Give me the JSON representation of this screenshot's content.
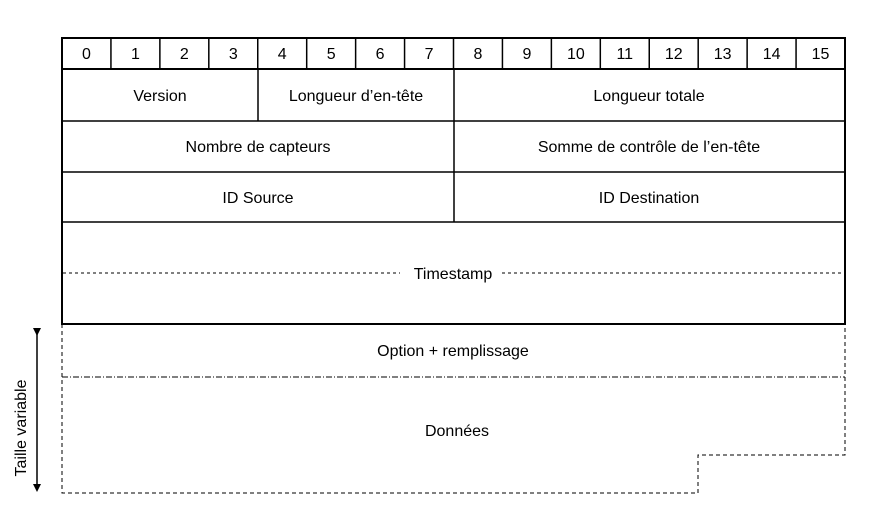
{
  "bits": [
    "0",
    "1",
    "2",
    "3",
    "4",
    "5",
    "6",
    "7",
    "8",
    "9",
    "10",
    "11",
    "12",
    "13",
    "14",
    "15"
  ],
  "fields": {
    "version": "Version",
    "header_length": "Longueur d’en-tête",
    "total_length": "Longueur totale",
    "sensor_count": "Nombre de capteurs",
    "header_checksum": "Somme de contrôle de l’en-tête",
    "source_id": "ID Source",
    "destination_id": "ID Destination",
    "timestamp": "Timestamp",
    "option_padding": "Option + remplissage",
    "data": "Données"
  },
  "side_label": "Taille variable"
}
